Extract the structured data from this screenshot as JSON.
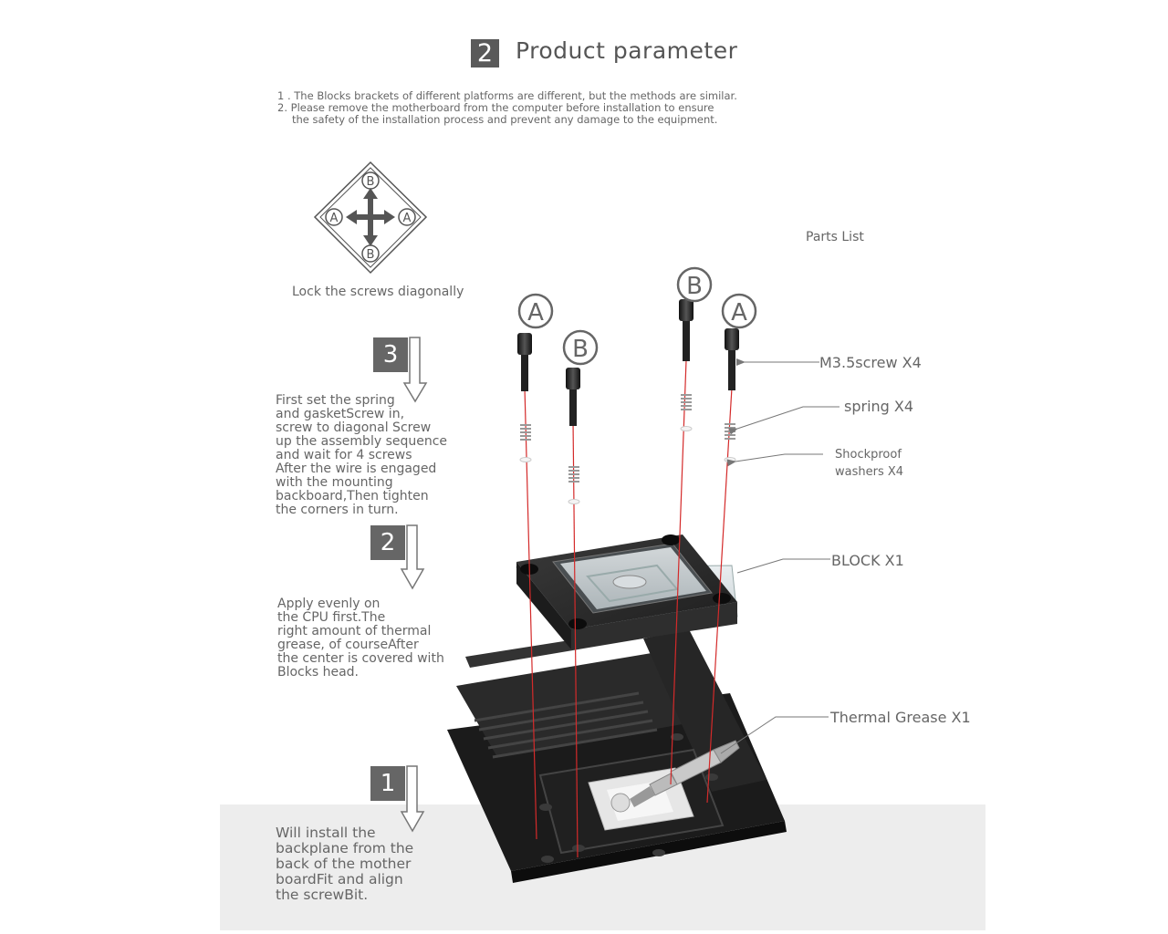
{
  "header": {
    "step_number": "2",
    "title": "Product parameter"
  },
  "notes": [
    "1 . The Blocks  brackets of different platforms are different, but the methods are similar.",
    "2. Please remove the motherboard from the computer before installation to ensure",
    "the safety of the installation process and prevent any damage to the equipment."
  ],
  "lock_diagram": {
    "caption": "Lock the screws diagonally",
    "letters": [
      "B",
      "A",
      "A",
      "B"
    ]
  },
  "parts_list_title": "Parts List",
  "steps": [
    {
      "number": "3",
      "text": "First set the spring\nand gasketScrew in,\nscrew to diagonal Screw\nup the assembly sequence\nand wait for 4 screws\nAfter the wire is engaged\nwith the mounting\nbackboard,Then tighten\nthe corners in turn."
    },
    {
      "number": "2",
      "text": "Apply evenly on\nthe CPU first.The\nright amount of thermal\ngrease, of courseAfter\nthe center is covered with\nBlocks  head."
    },
    {
      "number": "1",
      "text": "Will install the\nbackplane from the\nback of the mother\nboardFit and align\nthe screwBit."
    }
  ],
  "screw_labels": [
    "A",
    "B",
    "B",
    "A"
  ],
  "parts": {
    "screw": "M3.5screw X4",
    "spring": "spring X4",
    "washers_line1": "Shockproof",
    "washers_line2": "washers  X4",
    "block": "BLOCK X1",
    "grease": "Thermal Grease  X1"
  },
  "colors": {
    "accent_red": "#d42a2a",
    "step_box": "#666666",
    "block_body": "#2b2b2b",
    "floor": "#ededed"
  }
}
